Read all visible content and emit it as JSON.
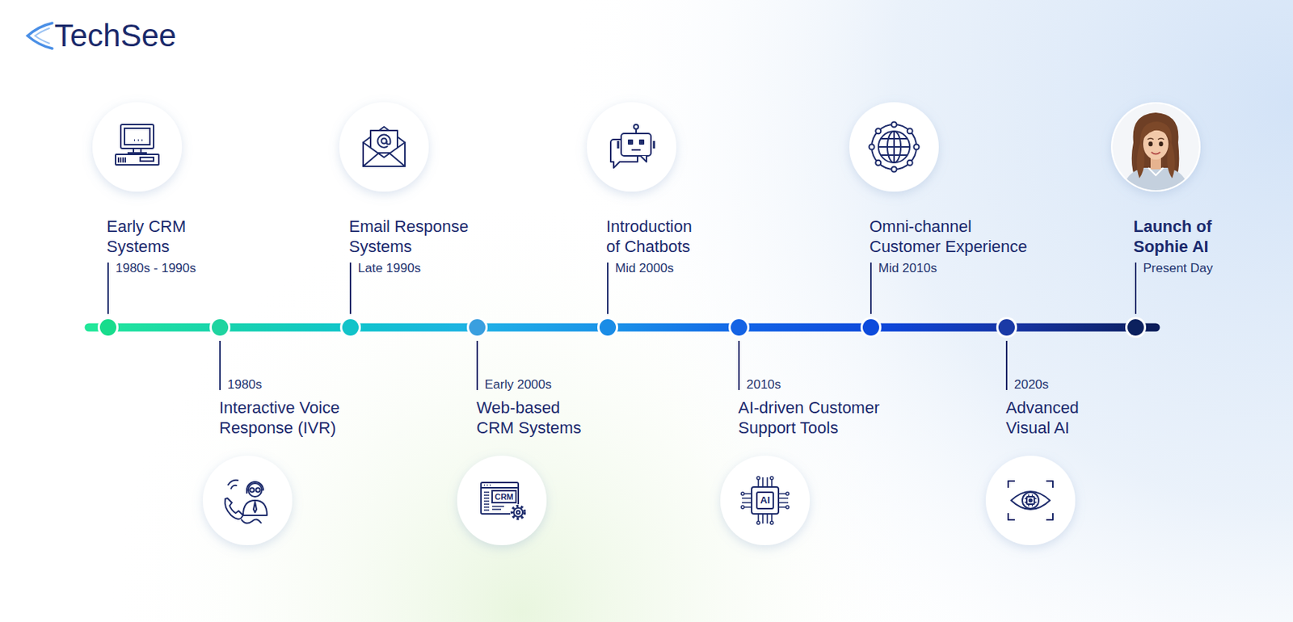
{
  "diagram": {
    "nodes": [
      {
        "text": [
          "Early CRM Systems",
          "1980s - 1990s"
        ]
      },
      {
        "text": [
          "1980s",
          "Interactive Voice Response (IVR)"
        ]
      },
      {
        "text": [
          "Email Response Systems",
          "Late 1990s"
        ]
      },
      {
        "text": [
          "Early 2000s",
          "Web-based CRM Systems"
        ]
      },
      {
        "text": [
          "Introduction of Chatbots",
          "Mid 2000s"
        ]
      },
      {
        "text": [
          "2010s",
          "AI-driven Customer Support Tools"
        ]
      },
      {
        "text": [
          "Omni-channel Customer Experience",
          "Mid 2010s"
        ]
      },
      {
        "text": [
          "2020s",
          "Advanced Visual AI"
        ]
      },
      {
        "text": [
          "Launch of Sophie AI",
          "Present Day"
        ]
      }
    ],
    "edges": [
      {
        "from": 0,
        "to": 1,
        "arrow": "none"
      },
      {
        "from": 1,
        "to": 2,
        "arrow": "none"
      },
      {
        "from": 2,
        "to": 3,
        "arrow": "none"
      },
      {
        "from": 3,
        "to": 4,
        "arrow": "none"
      },
      {
        "from": 4,
        "to": 5,
        "arrow": "none"
      },
      {
        "from": 5,
        "to": 6,
        "arrow": "none"
      },
      {
        "from": 6,
        "to": 7,
        "arrow": "none"
      },
      {
        "from": 7,
        "to": 8,
        "arrow": "none"
      }
    ],
    "labels": [
      "TechSee",
      "CRM",
      "AI"
    ]
  }
}
